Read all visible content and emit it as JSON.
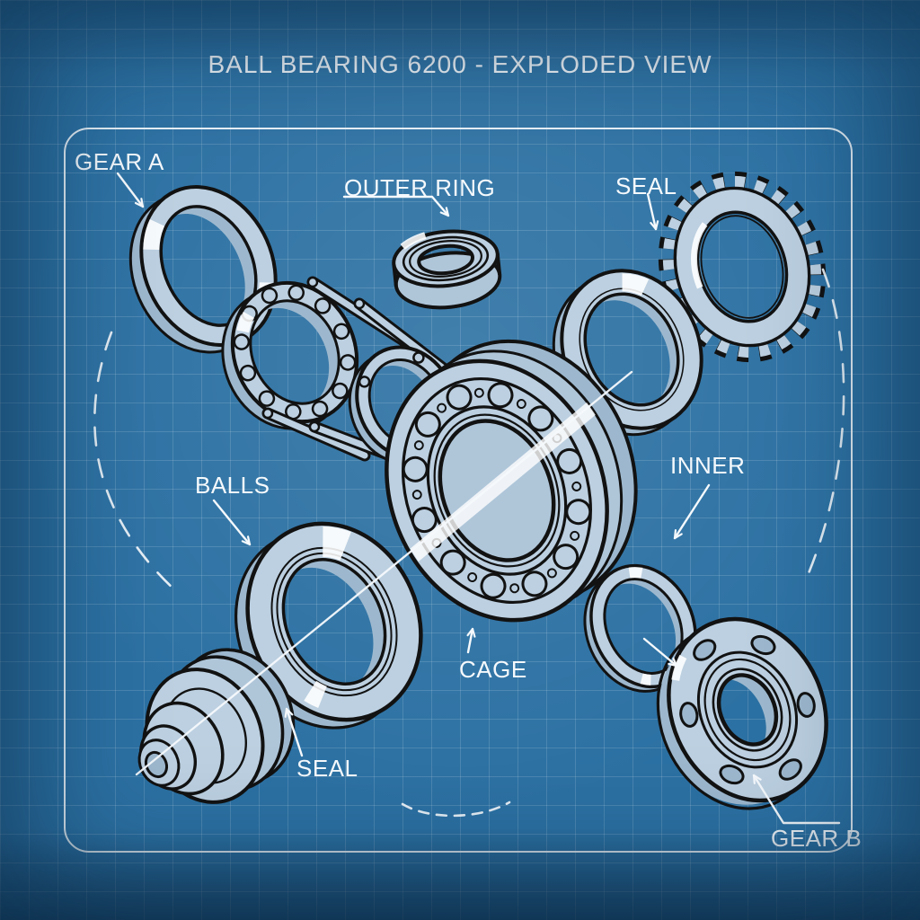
{
  "title": "BALL BEARING 6200 - EXPLODED VIEW",
  "labels": {
    "gear_a": "GEAR A",
    "outer_ring": "OUTER RING",
    "seal_top": "SEAL",
    "balls": "BALLS",
    "inner": "INNER",
    "cage": "CAGE",
    "seal_bottom": "SEAL",
    "gear_b": "GEAR B"
  },
  "colors": {
    "background": "#2C71A3",
    "grid_line": "rgba(255,255,255,0.14)",
    "line": "#F5F9FC",
    "part_fill": "#BCD0E1",
    "part_mid": "#AFC6D9",
    "part_shade": "#9DB8CE",
    "outline": "#121212"
  }
}
